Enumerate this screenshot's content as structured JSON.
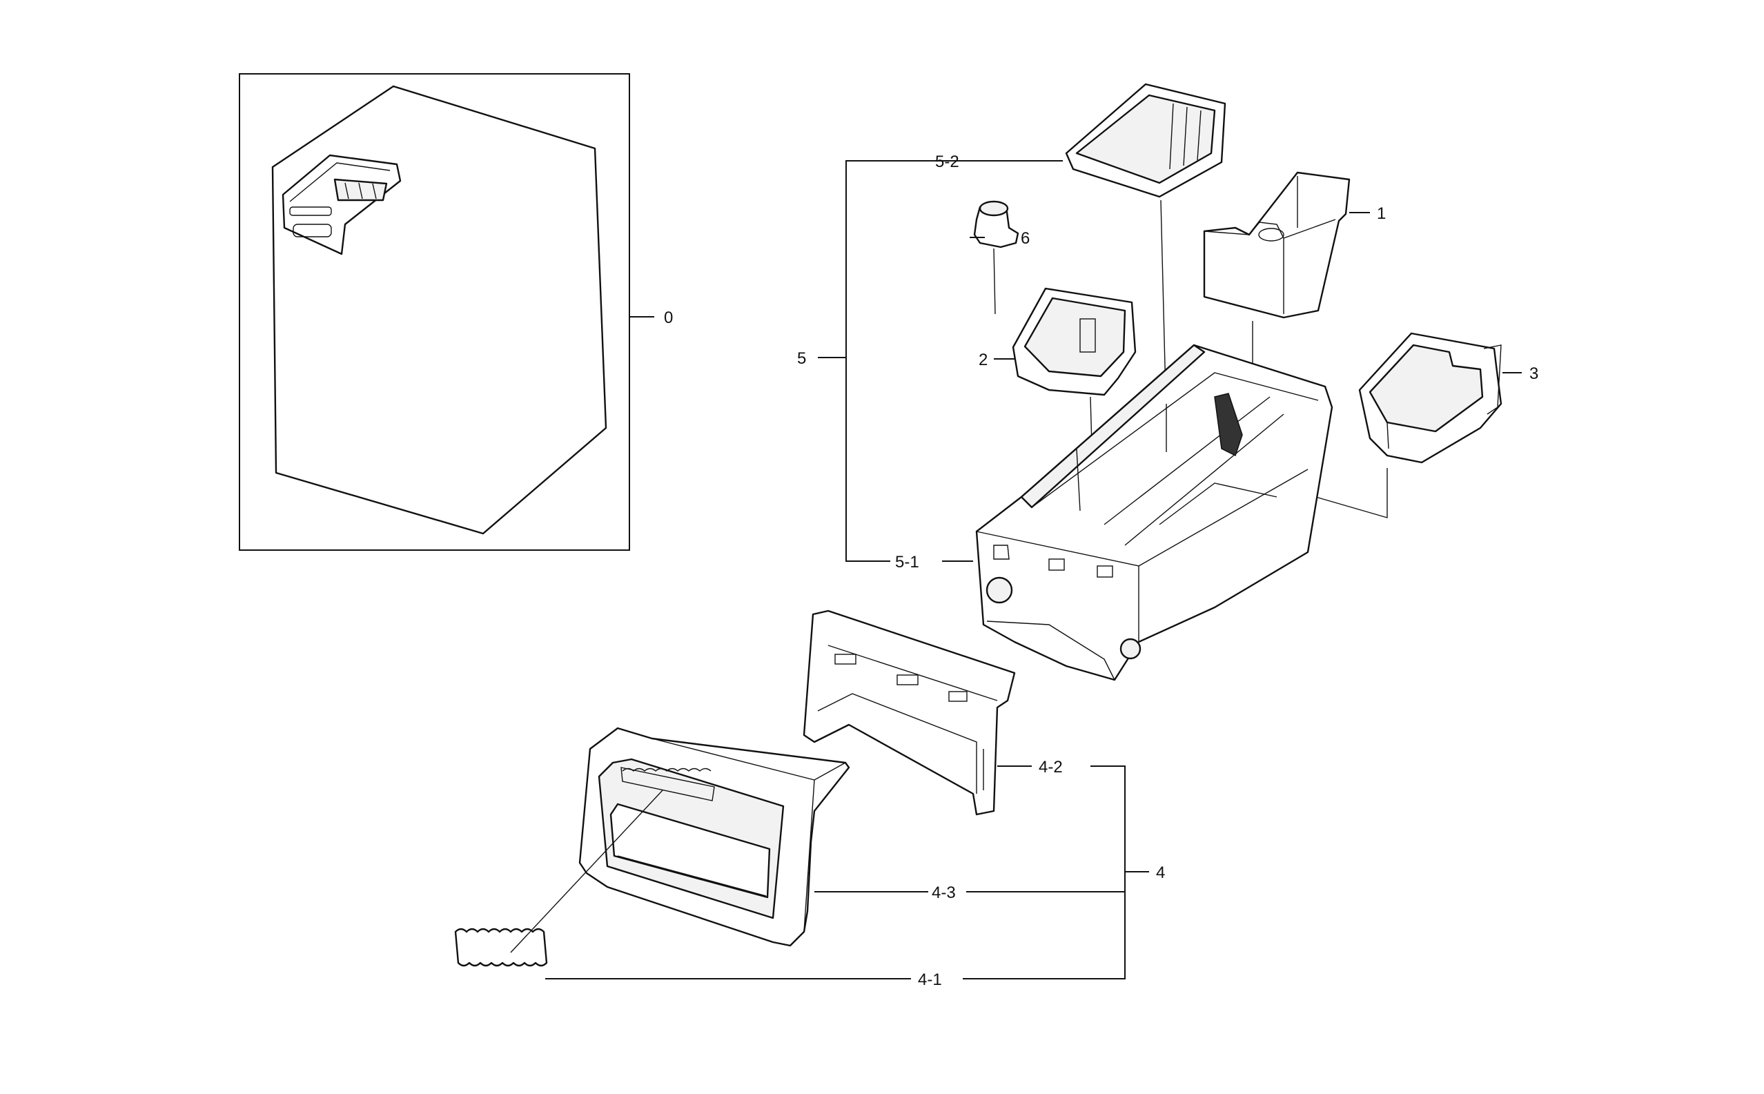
{
  "callouts": {
    "c0": "0",
    "c1": "1",
    "c2": "2",
    "c3": "3",
    "c4": "4",
    "c4_1": "4-1",
    "c4_2": "4-2",
    "c4_3": "4-3",
    "c5": "5",
    "c5_1": "5-1",
    "c5_2": "5-2",
    "c6": "6"
  }
}
